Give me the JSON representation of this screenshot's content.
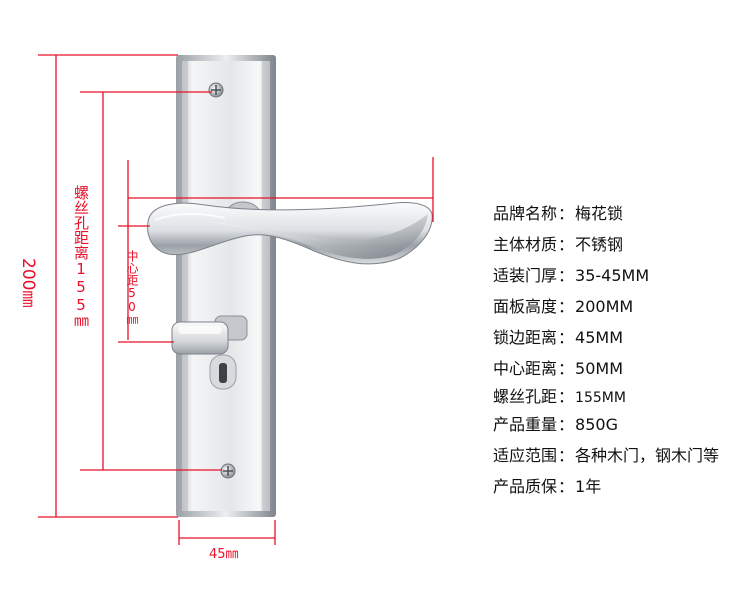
{
  "dimensions": {
    "total_height": "200㎜",
    "screw_spacing": "螺丝孔距离155㎜",
    "center_distance": "中心距50㎜",
    "width": "45㎜"
  },
  "specs": [
    {
      "label": "品牌名称",
      "value": "梅花锁"
    },
    {
      "label": "主体材质",
      "value": "不锈钢"
    },
    {
      "label": "适装门厚",
      "value": "35-45MM"
    },
    {
      "label": "面板高度",
      "value": "200MM"
    },
    {
      "label": "锁边距离",
      "value": "45MM"
    },
    {
      "label": "中心距离",
      "value": "50MM"
    },
    {
      "label": "螺丝孔距",
      "value": "155MM"
    },
    {
      "label": "产品重量",
      "value": "850G"
    },
    {
      "label": "适应范围",
      "value": "各种木门，钢木门等"
    },
    {
      "label": "产品质保",
      "value": "1年"
    }
  ],
  "colors": {
    "dimension_red": "#e8102a",
    "steel_light": "#eef0f2",
    "steel_dark": "#8e939a"
  },
  "icons": [
    "screw-icon",
    "lock-handle",
    "keyhole-icon",
    "thumb-turn-icon"
  ]
}
